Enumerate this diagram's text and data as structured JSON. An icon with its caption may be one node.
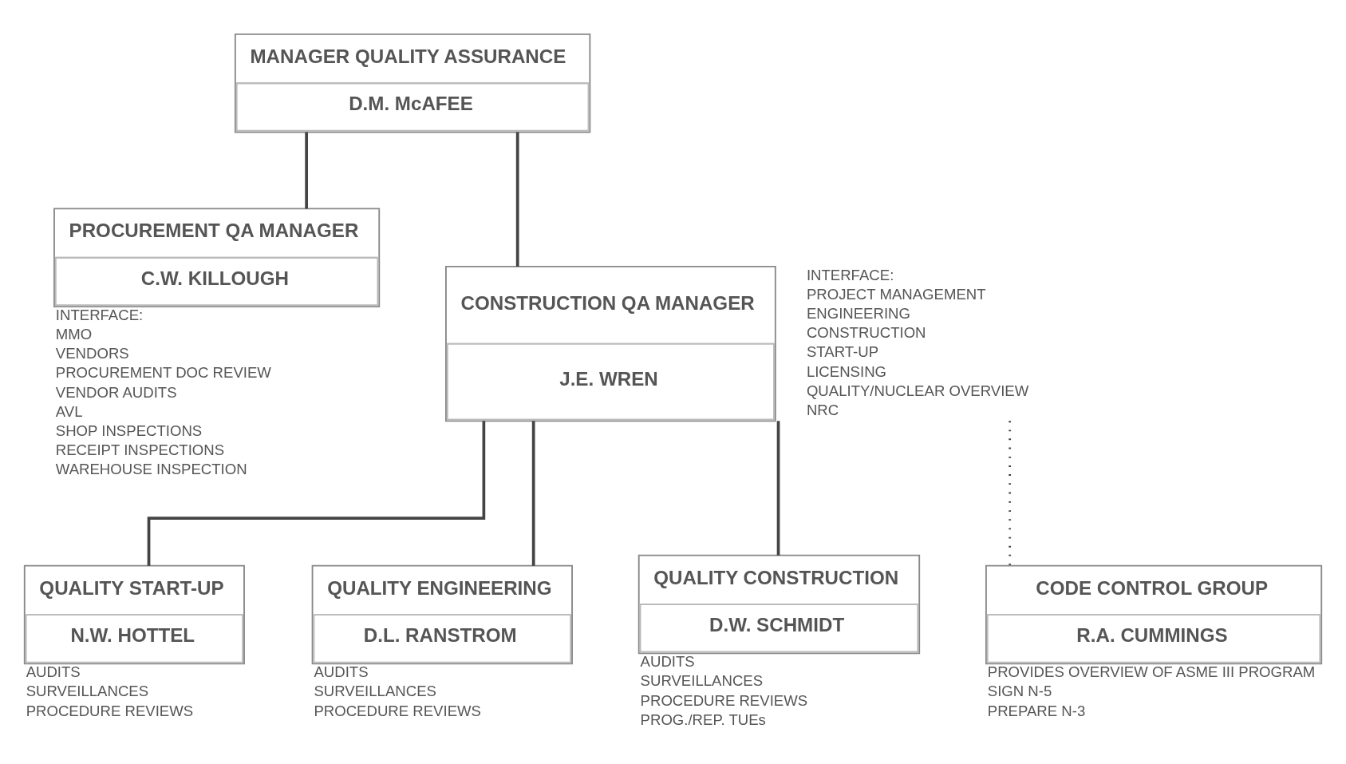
{
  "diagram": {
    "nodes": [
      {
        "text": [
          "MANAGER QUALITY ASSURANCE",
          "D.M. McAFEE"
        ]
      },
      {
        "text": [
          "PROCUREMENT QA MANAGER",
          "C.W. KILLOUGH"
        ],
        "beside": [
          "INTERFACE:",
          "MMO",
          "VENDORS",
          "PROCUREMENT DOC REVIEW",
          "VENDOR AUDITS",
          "AVL",
          "SHOP INSPECTIONS",
          "RECEIPT INSPECTIONS",
          "WAREHOUSE INSPECTION"
        ]
      },
      {
        "text": [
          "CONSTRUCTION QA MANAGER",
          "J.E. WREN"
        ],
        "beside": [
          "INTERFACE:",
          "PROJECT MANAGEMENT",
          "ENGINEERING",
          "CONSTRUCTION",
          "START-UP",
          "LICENSING",
          "QUALITY/NUCLEAR OVERVIEW",
          "NRC"
        ]
      },
      {
        "text": [
          "QUALITY START-UP",
          "N.W. HOTTEL"
        ],
        "beside": [
          "AUDITS",
          "SURVEILLANCES",
          "PROCEDURE REVIEWS"
        ]
      },
      {
        "text": [
          "QUALITY ENGINEERING",
          "D.L. RANSTROM"
        ],
        "beside": [
          "AUDITS",
          "SURVEILLANCES",
          "PROCEDURE REVIEWS"
        ]
      },
      {
        "text": [
          "QUALITY CONSTRUCTION",
          "D.W. SCHMIDT"
        ],
        "beside": [
          "AUDITS",
          "SURVEILLANCES",
          "PROCEDURE REVIEWS",
          "PROG./REP. TUEs"
        ]
      },
      {
        "text": [
          "CODE CONTROL GROUP",
          "R.A. CUMMINGS"
        ],
        "beside": [
          "PROVIDES OVERVIEW OF ASME III PROGRAM",
          "SIGN N-5",
          "PREPARE N-3"
        ]
      }
    ],
    "edges": [
      {
        "from": 0,
        "to": 1,
        "arrow": "none"
      },
      {
        "from": 0,
        "to": 2,
        "arrow": "none"
      },
      {
        "from": 2,
        "to": 3,
        "arrow": "none"
      },
      {
        "from": 2,
        "to": 4,
        "arrow": "none"
      },
      {
        "from": 2,
        "to": 5,
        "arrow": "none"
      },
      {
        "from": 2,
        "to": 6,
        "arrow": "none",
        "style": "dashed"
      }
    ]
  }
}
